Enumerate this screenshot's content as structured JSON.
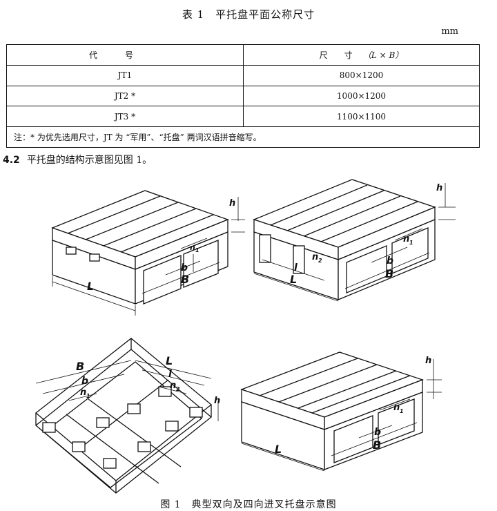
{
  "table": {
    "title": "表 1　平托盘平面公称尺寸",
    "unit": "mm",
    "header": {
      "code": "代号",
      "size": "尺　　寸",
      "size_formula": "（L × B）"
    },
    "rows": [
      {
        "code": "JT1",
        "size": "800×1200"
      },
      {
        "code": "JT2 *",
        "size": "1000×1200"
      },
      {
        "code": "JT3 *",
        "size": "1100×1100"
      }
    ],
    "note": "注：* 为优先选用尺寸，JT 为 “军用”、“托盘” 两词汉语拼音缩写。"
  },
  "section": {
    "number": "4.2",
    "text": "平托盘的结构示意图见图 1。"
  },
  "figure": {
    "caption": "图 1　典型双向及四向进叉托盘示意图",
    "labels": {
      "h": "h",
      "n1": "n",
      "n1_sub": "1",
      "n2": "n",
      "n2_sub": "2",
      "b": "b",
      "B": "B",
      "L": "L",
      "l": "l"
    }
  }
}
